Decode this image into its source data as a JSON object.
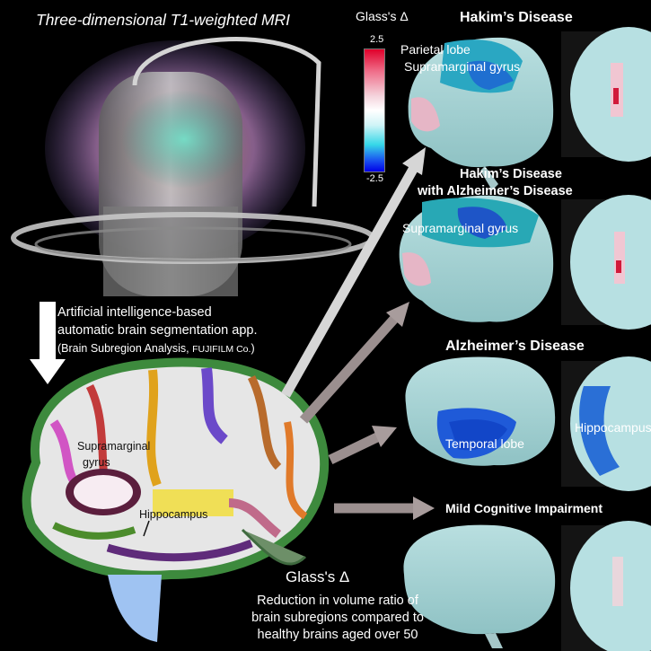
{
  "mri": {
    "title": "Three-dimensional T1-weighted MRI"
  },
  "colorbar": {
    "title": "Glass's Δ",
    "max_label": "2.5",
    "min_label": "-2.5",
    "colors": [
      "#e0002a",
      "#f4d3dc",
      "#ffffff",
      "#36d8e8",
      "#0000e8"
    ]
  },
  "app": {
    "line1": "Artificial intelligence-based",
    "line2": "automatic brain segmentation app.",
    "line3_main": "(Brain Subregion Analysis, ",
    "line3_small": "FUJIFILM Co.",
    "line3_end": ")"
  },
  "segmented_brain": {
    "label_supramarginal_1": "Supramarginal",
    "label_supramarginal_2": "gyrus",
    "label_hippocampus": "Hippocampus"
  },
  "diseases": [
    {
      "title_line1": "Hakim’s Disease",
      "title_line2": "",
      "labels": [
        "Parietal lobe",
        "Supramarginal gyrus"
      ]
    },
    {
      "title_line1": "Hakim’s Disease",
      "title_line2": "with Alzheimer’s Disease",
      "labels": [
        "Supramarginal gyrus"
      ]
    },
    {
      "title_line1": "Alzheimer’s Disease",
      "title_line2": "",
      "labels": [
        "Temporal lobe",
        "Hippocampus"
      ]
    },
    {
      "title_line1": "Mild Cognitive Impairment",
      "title_line2": "",
      "labels": []
    }
  ],
  "footer": {
    "glass_title": "Glass's Δ",
    "line1": "Reduction in volume ratio of",
    "line2": "brain subregions compared to",
    "line3": "healthy brains aged over 50"
  }
}
